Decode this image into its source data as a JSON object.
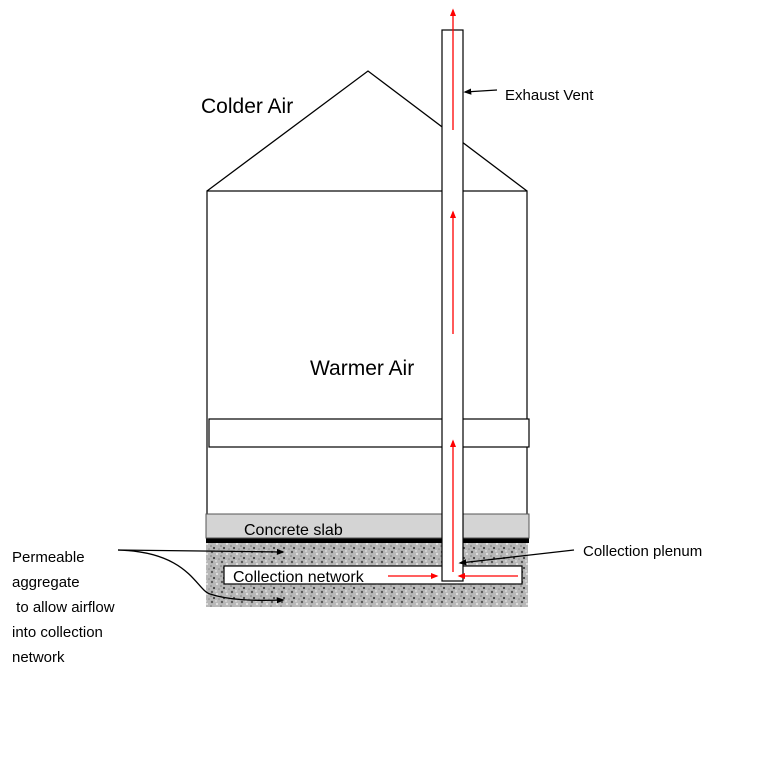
{
  "labels": {
    "colder_air": "Colder Air",
    "warmer_air": "Warmer Air",
    "exhaust_vent": "Exhaust Vent",
    "concrete_slab": "Concrete slab",
    "collection_network": "Collection network",
    "collection_plenum": "Collection plenum",
    "aggregate_line1": "Permeable",
    "aggregate_line2": "aggregate",
    "aggregate_line3": " to allow airflow",
    "aggregate_line4": "into collection",
    "aggregate_line5": "network"
  },
  "colors": {
    "airflow_arrow": "#ff0000",
    "slab": "#d4d4d4",
    "aggregate": "#b3b3b3",
    "outline": "#000000"
  }
}
